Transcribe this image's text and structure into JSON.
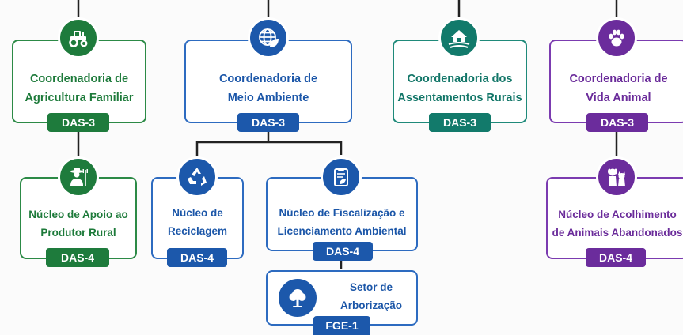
{
  "colors": {
    "green": "#1e7b3c",
    "blue": "#1c58ab",
    "teal": "#127a6b",
    "purple": "#6b2c9c",
    "line": "#222222"
  },
  "coordenadorias": [
    {
      "title": "Coordenadoria de\nAgricultura Familiar",
      "badge": "DAS-3",
      "icon": "tractor-icon"
    },
    {
      "title": "Coordenadoria de\nMeio Ambiente",
      "badge": "DAS-3",
      "icon": "globe-leaf-icon"
    },
    {
      "title": "Coordenadoria dos\nAssentamentos Rurais",
      "badge": "DAS-3",
      "icon": "farm-house-icon"
    },
    {
      "title": "Coordenadoria de\nVida Animal",
      "badge": "DAS-3",
      "icon": "paw-icon"
    }
  ],
  "nucleos": [
    {
      "title": "Núcleo de Apoio ao\nProdutor Rural",
      "badge": "DAS-4",
      "icon": "farmer-icon"
    },
    {
      "title": "Núcleo de\nReciclagem",
      "badge": "DAS-4",
      "icon": "recycle-icon"
    },
    {
      "title": "Núcleo de Fiscalização e\nLicenciamento Ambiental",
      "badge": "DAS-4",
      "icon": "clipboard-leaf-icon"
    },
    {
      "title": "Núcleo de Acolhimento\nde Animais Abandonados",
      "badge": "DAS-4",
      "icon": "dog-cat-icon"
    }
  ],
  "setores": [
    {
      "title": "Setor de\nArborização",
      "badge": "FGE-1",
      "icon": "tree-icon"
    }
  ]
}
